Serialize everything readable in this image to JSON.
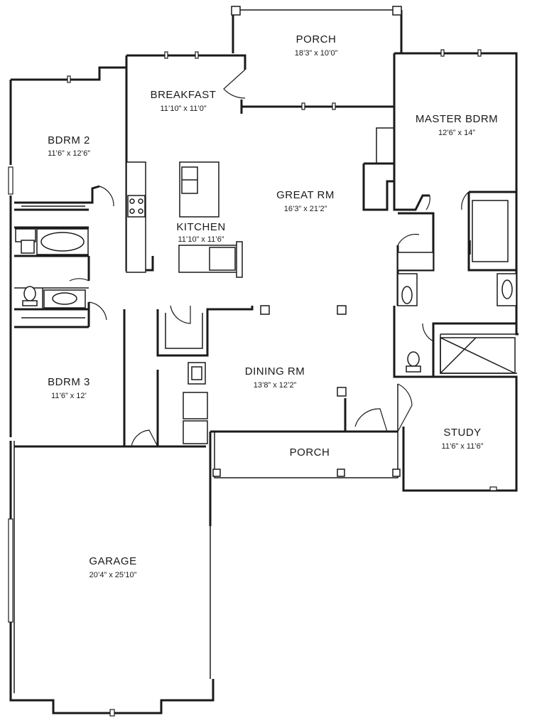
{
  "rooms": {
    "porch_rear": {
      "name": "PORCH",
      "dims": "18’3” x 10’0”"
    },
    "breakfast": {
      "name": "BREAKFAST",
      "dims": "11’10” x 11’0”"
    },
    "master_bdrm": {
      "name": "MASTER BDRM",
      "dims": "12’6” x 14”"
    },
    "bdrm2": {
      "name": "BDRM 2",
      "dims": "11’6” x 12’6”"
    },
    "great_rm": {
      "name": "GREAT RM",
      "dims": "16’3” x 21’2”"
    },
    "kitchen": {
      "name": "KITCHEN",
      "dims": "11’10” x 11’6”"
    },
    "dining_rm": {
      "name": "DINING RM",
      "dims": "13’8” x 12’2”"
    },
    "bdrm3": {
      "name": "BDRM 3",
      "dims": "11’6” x 12’"
    },
    "study": {
      "name": "STUDY",
      "dims": "11’6” x 11’6”"
    },
    "porch_front": {
      "name": "PORCH"
    },
    "garage": {
      "name": "GARAGE",
      "dims": "20’4” x 25’10”"
    }
  }
}
